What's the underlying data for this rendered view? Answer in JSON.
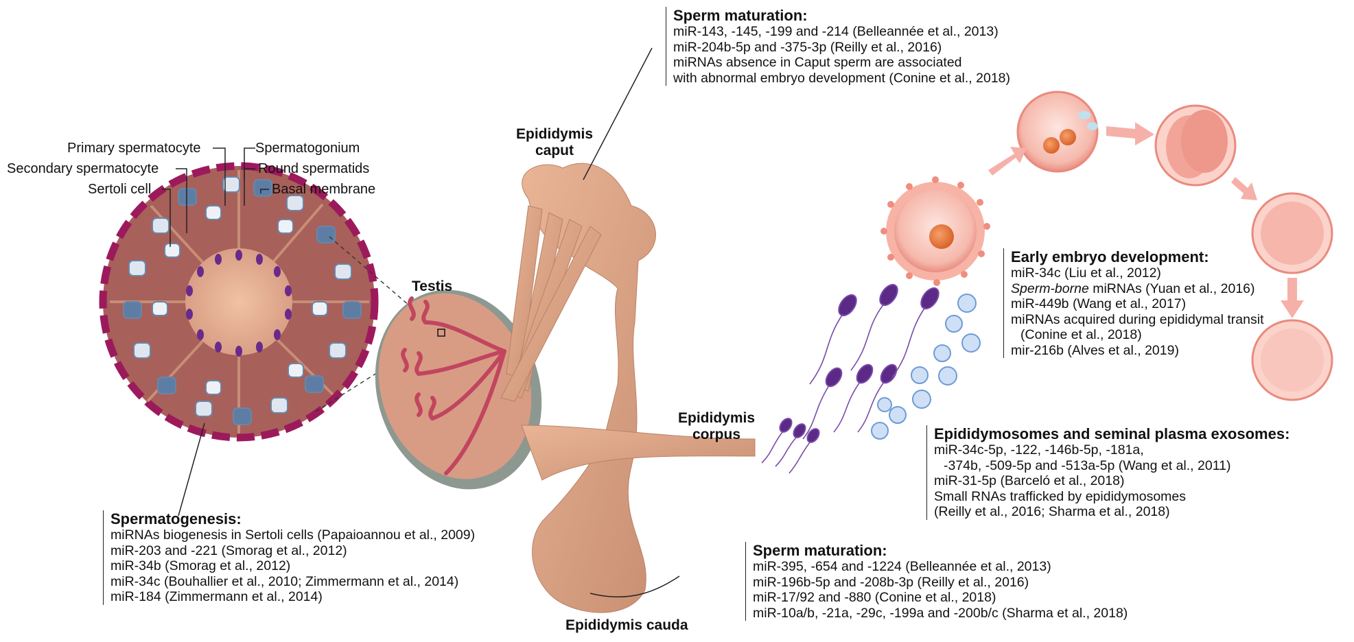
{
  "labels": {
    "primary_spermatocyte": "Primary spermatocyte",
    "spermatogonium": "Spermatogonium",
    "secondary_spermatocyte": "Secondary spermatocyte",
    "round_spermatids": "Round spermatids",
    "sertoli_cell": "Sertoli cell",
    "basal_membrane": "Basal membrane",
    "testis": "Testis",
    "caput_1": "Epididymis",
    "caput_2": "caput",
    "corpus_1": "Epididymis",
    "corpus_2": "corpus",
    "cauda": "Epididymis cauda"
  },
  "boxes": {
    "caput": {
      "title": "Sperm maturation:",
      "lines": [
        "miR-143, -145, -199 and -214 (Belleannée et al., 2013)",
        "miR-204b-5p and -375-3p (Reilly et al., 2016)",
        "miRNAs absence in Caput sperm are associated",
        "with abnormal embryo development (Conine et al., 2018)"
      ]
    },
    "embryo": {
      "title": "Early embryo development:",
      "line1": "miR-34c (Liu et al., 2012)",
      "line2_italic": "Sperm-borne",
      "line2_rest": " miRNAs (Yuan et al., 2016)",
      "line3": "miR-449b (Wang et al., 2017)",
      "line4": "miRNAs acquired during epididymal transit",
      "line5": "(Conine et al., 2018)",
      "line6": "mir-216b (Alves et al., 2019)"
    },
    "exosomes": {
      "title": "Epididymosomes and seminal plasma exosomes:",
      "lines": [
        "miR-34c-5p, -122, -146b-5p, -181a,",
        "-374b, -509-5p and -513a-5p (Wang et al., 2011)",
        "miR-31-5p (Barceló et al., 2018)",
        "Small RNAs trafficked by epididymosomes",
        "(Reilly et al., 2016; Sharma et al., 2018)"
      ]
    },
    "spermatogenesis": {
      "title": "Spermatogenesis:",
      "lines": [
        "miRNAs biogenesis in Sertoli cells (Papaioannou et al., 2009)",
        "miR-203 and -221 (Smorag et al., 2012)",
        "miR-34b (Smorag et al., 2012)",
        "miR-34c (Bouhallier et al., 2010; Zimmermann et al., 2014)",
        "miR-184 (Zimmermann et al., 2014)"
      ]
    },
    "cauda": {
      "title": "Sperm maturation:",
      "lines": [
        "miR-395, -654 and -1224 (Belleannée et al., 2013)",
        "miR-196b-5p and -208b-3p (Reilly et al., 2016)",
        "miR-17/92 and -880 (Conine et al., 2018)",
        "miR-10a/b, -21a, -29c, -199a and -200b/c (Sharma et al., 2018)"
      ]
    }
  },
  "colors": {
    "tubule_border": "#9c1a5c",
    "tubule_fill": "#a8605a",
    "epididymis": "#dba88a",
    "sperm": "#5b2a86",
    "vesicle": "#8fb3e0",
    "embryo": "#f3a9a0"
  }
}
